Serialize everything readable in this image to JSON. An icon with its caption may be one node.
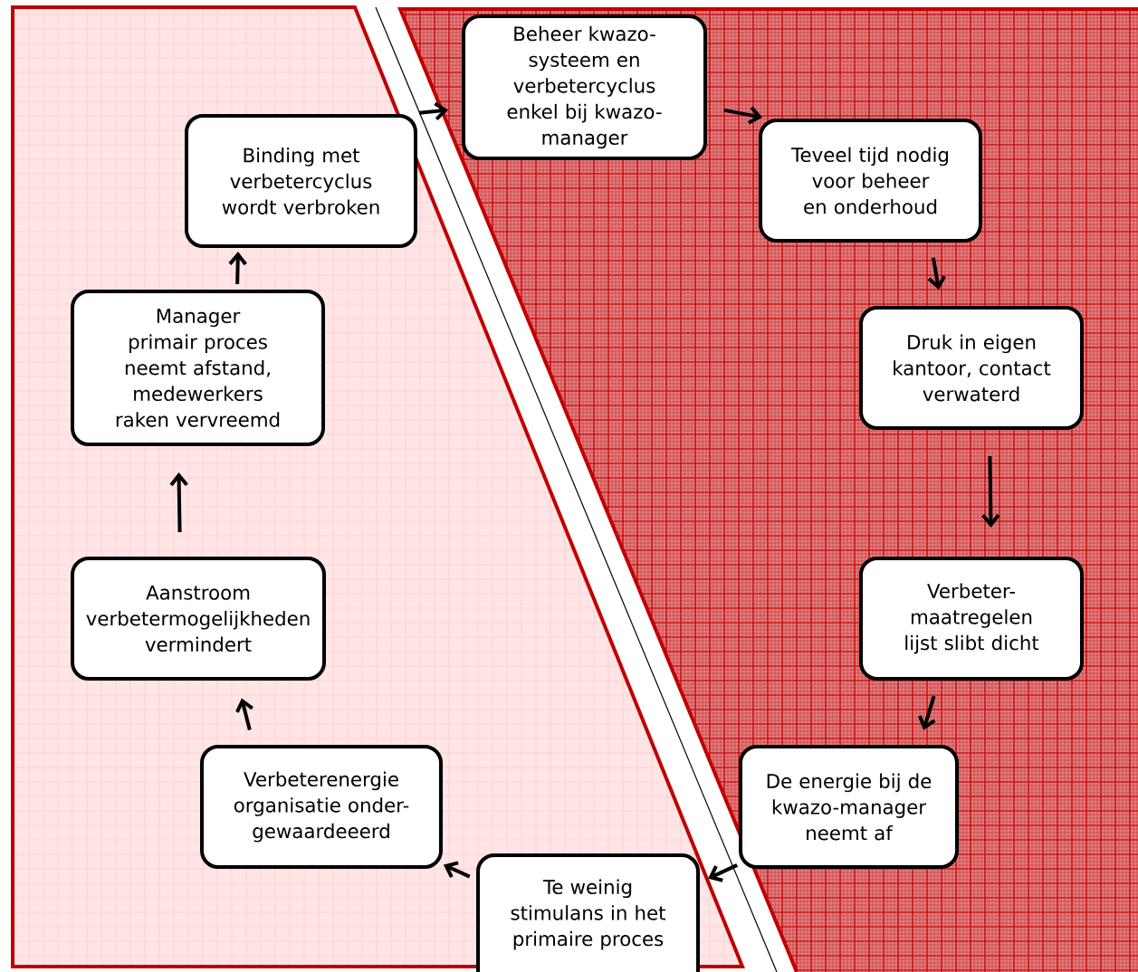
{
  "diagram": {
    "nodes": [
      {
        "text": [
          "Beheer kwazo-systeem en verbetercyclus enkel bij kwazo-manager"
        ]
      },
      {
        "text": [
          "Teveel tijd nodig voor beheer en onderhoud"
        ]
      },
      {
        "text": [
          "Druk in eigen kantoor, contact verwaterd"
        ]
      },
      {
        "text": [
          "Verbeter-maatregelen lijst slibt dicht"
        ]
      },
      {
        "text": [
          "De energie bij de kwazo-manager neemt af"
        ]
      },
      {
        "text": [
          "Te weinig stimulans in het primaire proces"
        ]
      },
      {
        "text": [
          "Verbeterenergie organisatie onder-gewaardeeerd"
        ]
      },
      {
        "text": [
          "Aanstroom verbetermogelijkheden vermindert"
        ]
      },
      {
        "text": [
          "Manager primair proces neemt afstand, medewerkers raken vervreemd"
        ]
      },
      {
        "text": [
          "Binding met verbetercyclus wordt verbroken"
        ]
      }
    ],
    "edges": [
      {
        "from": 0,
        "to": 1,
        "arrow": "to"
      },
      {
        "from": 1,
        "to": 2,
        "arrow": "to"
      },
      {
        "from": 2,
        "to": 3,
        "arrow": "to"
      },
      {
        "from": 3,
        "to": 4,
        "arrow": "to"
      },
      {
        "from": 4,
        "to": 5,
        "arrow": "to"
      },
      {
        "from": 5,
        "to": 6,
        "arrow": "to"
      },
      {
        "from": 6,
        "to": 7,
        "arrow": "to"
      },
      {
        "from": 7,
        "to": 8,
        "arrow": "to"
      },
      {
        "from": 8,
        "to": 9,
        "arrow": "to"
      },
      {
        "from": 9,
        "to": 0,
        "arrow": "to"
      }
    ]
  }
}
